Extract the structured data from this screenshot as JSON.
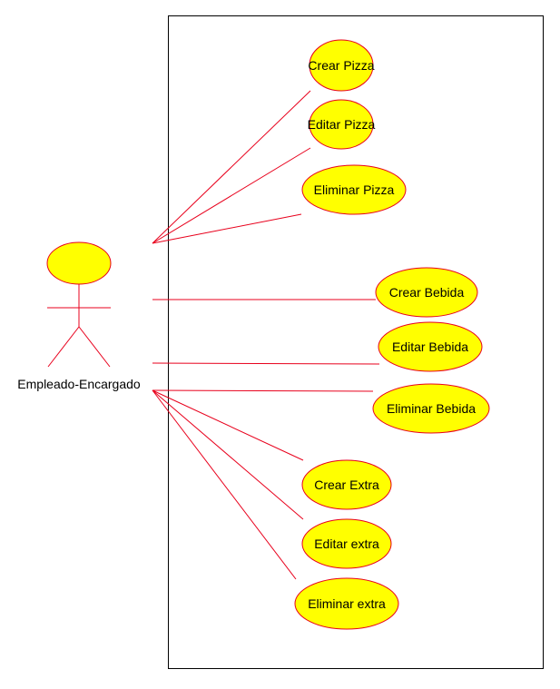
{
  "diagram": {
    "actor": {
      "name": "Empleado-Encargado"
    },
    "use_cases": [
      {
        "label": "Crear Pizza"
      },
      {
        "label": "Editar Pizza"
      },
      {
        "label": "Eliminar Pizza"
      },
      {
        "label": "Crear Bebida"
      },
      {
        "label": "Editar Bebida"
      },
      {
        "label": "Eliminar Bebida"
      },
      {
        "label": "Crear Extra"
      },
      {
        "label": "Editar extra"
      },
      {
        "label": "Eliminar extra"
      }
    ],
    "colors": {
      "use_case_fill": "#ffff00",
      "line": "#e8001c",
      "boundary": "#000000",
      "text": "#000000"
    }
  }
}
